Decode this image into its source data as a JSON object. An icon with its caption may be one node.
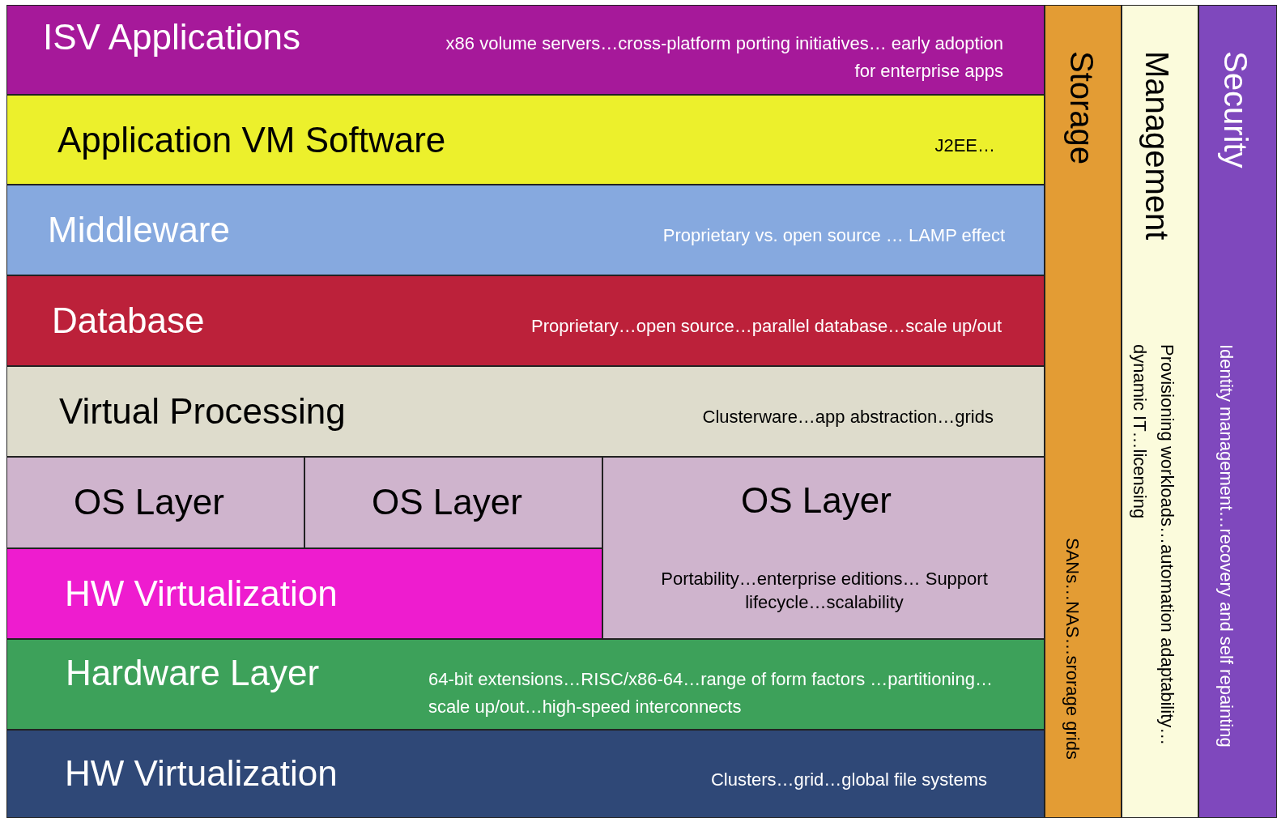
{
  "diagram": {
    "nodes": [
      {
        "text": [
          "ISV Applications",
          "x86 volume servers…cross-platform porting initiatives… early adoption for enterprise apps"
        ]
      },
      {
        "text": [
          "Application VM Software",
          "J2EE…"
        ]
      },
      {
        "text": [
          "Middleware",
          "Proprietary vs. open source … LAMP effect"
        ]
      },
      {
        "text": [
          "Database",
          "Proprietary…open source…parallel database…scale up/out"
        ]
      },
      {
        "text": [
          "Virtual Processing",
          "Clusterware…app abstraction…grids"
        ]
      },
      {
        "text": [
          "OS Layer"
        ]
      },
      {
        "text": [
          "OS Layer"
        ]
      },
      {
        "text": [
          "OS Layer",
          "Portability…enterprise editions… Support lifecycle…scalability"
        ]
      },
      {
        "text": [
          "HW Virtualization"
        ]
      },
      {
        "text": [
          "Hardware Layer",
          "64-bit extensions…RISC/x86-64…range of form factors …partitioning…scale up/out…high-speed interconnects"
        ]
      },
      {
        "text": [
          "HW Virtualization",
          "Clusters…grid…global file systems"
        ]
      },
      {
        "text": [
          "Storage",
          "SANs…NAS…srorage grids"
        ]
      },
      {
        "text": [
          "Management",
          "Provisioning workloads…automation adaptability… dynamic IT…licensing"
        ]
      },
      {
        "text": [
          "Security",
          "Identity management…recovery and self repainting"
        ]
      }
    ]
  }
}
